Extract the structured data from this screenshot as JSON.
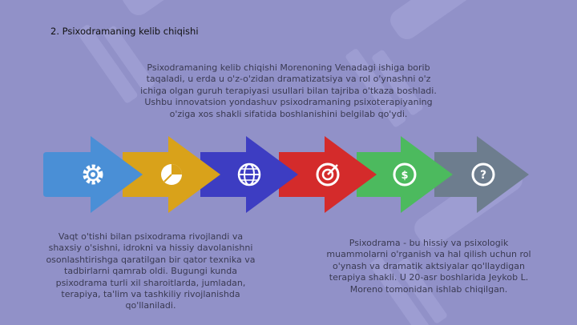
{
  "slide": {
    "title": "2. Psixodramaning kelib chiqishi",
    "intro_text": "Psixodramaning kelib chiqishi Morenoning Venadagi ishiga borib taqaladi, u erda u o'z-o'zidan dramatizatsiya va rol o'ynashni o'z ichiga olgan guruh terapiyasi usullari bilan tajriba o'tkaza boshladi. Ushbu innovatsion yondashuv psixodramaning psixoterapiyaning o'ziga xos shakli sifatida boshlanishini belgilab qo'ydi.",
    "left_text": "Vaqt o'tishi bilan psixodrama rivojlandi va shaxsiy o'sishni, idrokni va hissiy davolanishni osonlashtirishga qaratilgan bir qator texnika va tadbirlarni qamrab oldi. Bugungi kunda psixodrama turli xil sharoitlarda, jumladan, terapiya, ta'lim va tashkiliy rivojlanishda qo'llaniladi.",
    "right_text": "Psixodrama - bu hissiy va psixologik muammolarni o'rganish va hal qilish uchun rol o'ynash va dramatik aktsiyalar qo'llaydigan terapiya shakli. U 20-asr boshlarida Jeykob L. Moreno tomonidan ishlab chiqilgan."
  },
  "arrows": [
    {
      "icon": "gear-icon",
      "color": "#4a8fd6"
    },
    {
      "icon": "pie-chart-icon",
      "color": "#d9a21a"
    },
    {
      "icon": "globe-icon",
      "color": "#3d3dc2"
    },
    {
      "icon": "target-icon",
      "color": "#d42b2b"
    },
    {
      "icon": "dollar-coin-icon",
      "color": "#4cba5e"
    },
    {
      "icon": "question-icon",
      "color": "#6d7d8e"
    }
  ],
  "colors": {
    "background": "#9191c8",
    "watermark": "#a5a5d8"
  }
}
